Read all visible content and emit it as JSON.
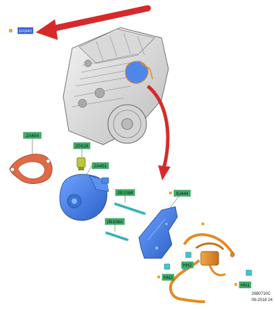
{
  "diagram": {
    "callouts": {
      "top": "8A840",
      "vacuum_gasket": "2A454",
      "sensor": "2D028",
      "vacuum_pump": "2A451",
      "shaft_upper": "2B108B",
      "shaft_lower": "2B108A",
      "bracket": "9J444",
      "fastener_hn2_a": "HN2",
      "fastener_hn2_b": "HN2",
      "fastener_hn1": "HN1"
    },
    "footer": {
      "reference": "2680710C",
      "date": "06-2018 24"
    },
    "colors": {
      "label_bg": "#3fb36b",
      "label_highlight": "#3a63d8",
      "pointer_arrow": "#d62a2a",
      "pump_blue": "#3d7de0",
      "hose_orange": "#e58a1e",
      "gasket_red": "#e06a45",
      "sensor_green": "#b9c93a",
      "marker_orange": "#f2a33a"
    }
  }
}
